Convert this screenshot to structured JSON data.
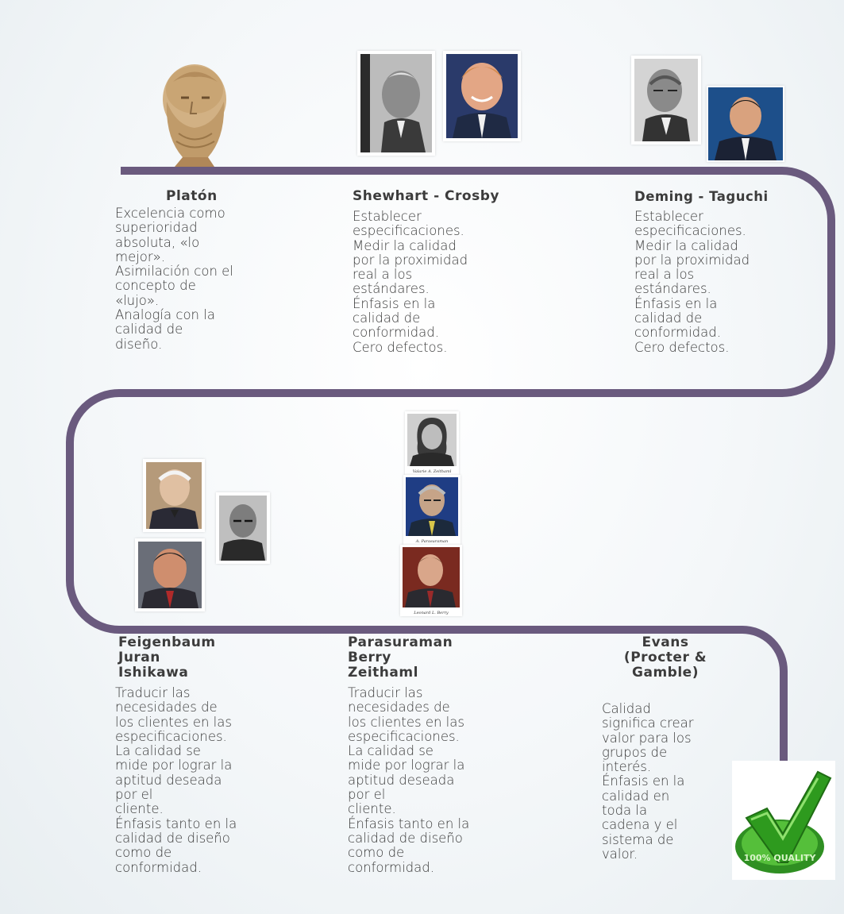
{
  "colors": {
    "path": "#6a5a7e",
    "text": "#3a3a3a",
    "check": "#3fae2a"
  },
  "nodes": [
    {
      "name": "Platón",
      "description": "Excelencia como\nsuperioridad\nabsoluta, «lo\nmejor».\nAsimilación con el\nconcepto de\n«lujo».\nAnalogía con la\ncalidad de\ndiseño.",
      "portraits": [
        "plato-bust"
      ]
    },
    {
      "name": "Shewhart - Crosby",
      "description": "Establecer\nespecificaciones.\nMedir la calidad\npor la proximidad\nreal a los\nestándares.\nÉnfasis en la\ncalidad de\nconformidad.\nCero defectos.",
      "portraits": [
        "shewhart",
        "crosby"
      ]
    },
    {
      "name": "Deming - Taguchi",
      "description": "Establecer\nespecificaciones.\nMedir la calidad\npor la proximidad\nreal a los\nestándares.\nÉnfasis en la\ncalidad de\nconformidad.\nCero defectos.",
      "portraits": [
        "deming",
        "taguchi"
      ]
    },
    {
      "name": "Feigenbaum\nJuran\nIshikawa",
      "description": "Traducir las\nnecesidades de\nlos clientes en las\nespecificaciones.\nLa calidad se\nmide por lograr la\naptitud deseada\npor el\ncliente.\nÉnfasis tanto en la\ncalidad de diseño\ncomo de\nconformidad.",
      "portraits": [
        "feigenbaum",
        "juran",
        "ishikawa"
      ]
    },
    {
      "name": "Parasuraman\nBerry\nZeithaml",
      "description": "Traducir las\nnecesidades de\nlos clientes en las\nespecificaciones.\nLa calidad se\nmide por lograr la\naptitud deseada\npor el\ncliente.\nÉnfasis tanto en la\ncalidad de diseño\ncomo de\nconformidad.",
      "portraits": [
        "zeithaml",
        "parasuraman",
        "berry"
      ],
      "captions": [
        "Valarie A. Zeithaml",
        "A. Parasuraman",
        "Leonard L. Berry"
      ]
    },
    {
      "name": "Evans\n(Procter &\nGamble)",
      "description": "Calidad\nsignifica crear\nvalor para los\ngrupos de\ninterés.\nÉnfasis en la\ncalidad en\ntoda la\ncadena y el\nsistema de\nvalor.",
      "portraits": [
        "quality-check-seal"
      ]
    }
  ],
  "seal_text": "100% QUALITY"
}
